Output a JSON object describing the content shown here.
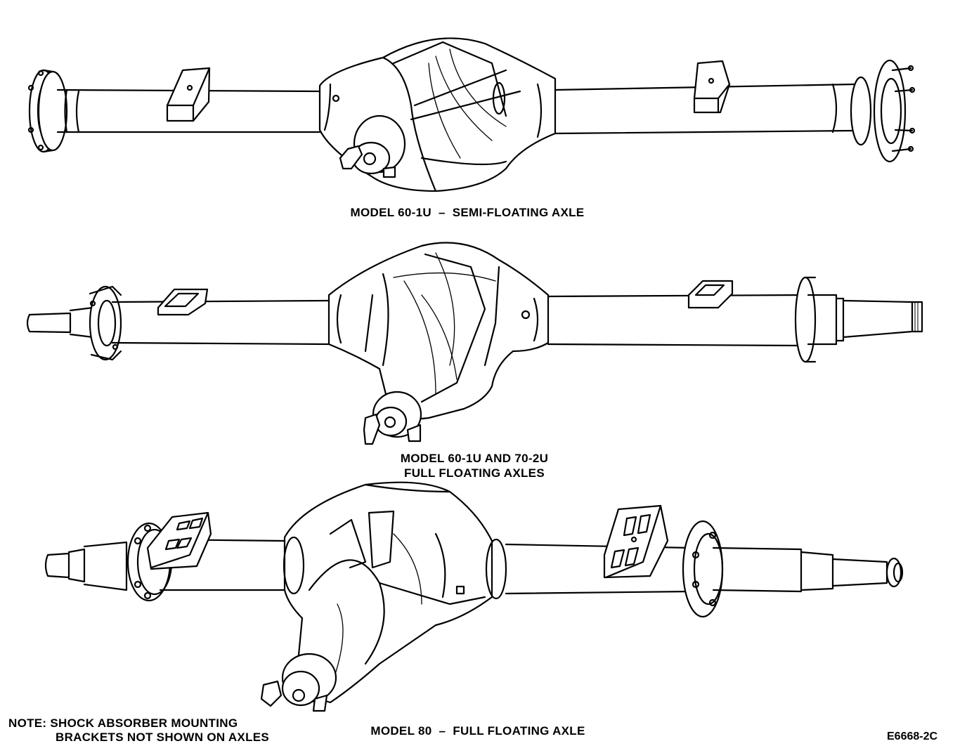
{
  "captions": {
    "axle1": "MODEL 60-1U  –  SEMI-FLOATING AXLE",
    "axle2_line1": "MODEL 60-1U AND 70-2U",
    "axle2_line2": "FULL FLOATING AXLES",
    "axle3": "MODEL 80  –  FULL FLOATING AXLE"
  },
  "note": {
    "line1": "NOTE:  SHOCK ABSORBER MOUNTING",
    "line2": "BRACKETS NOT SHOWN ON AXLES"
  },
  "figure_code": "E6668-2C",
  "colors": {
    "ink": "#000000",
    "paper": "#ffffff",
    "shade": "#bdbdbd"
  }
}
